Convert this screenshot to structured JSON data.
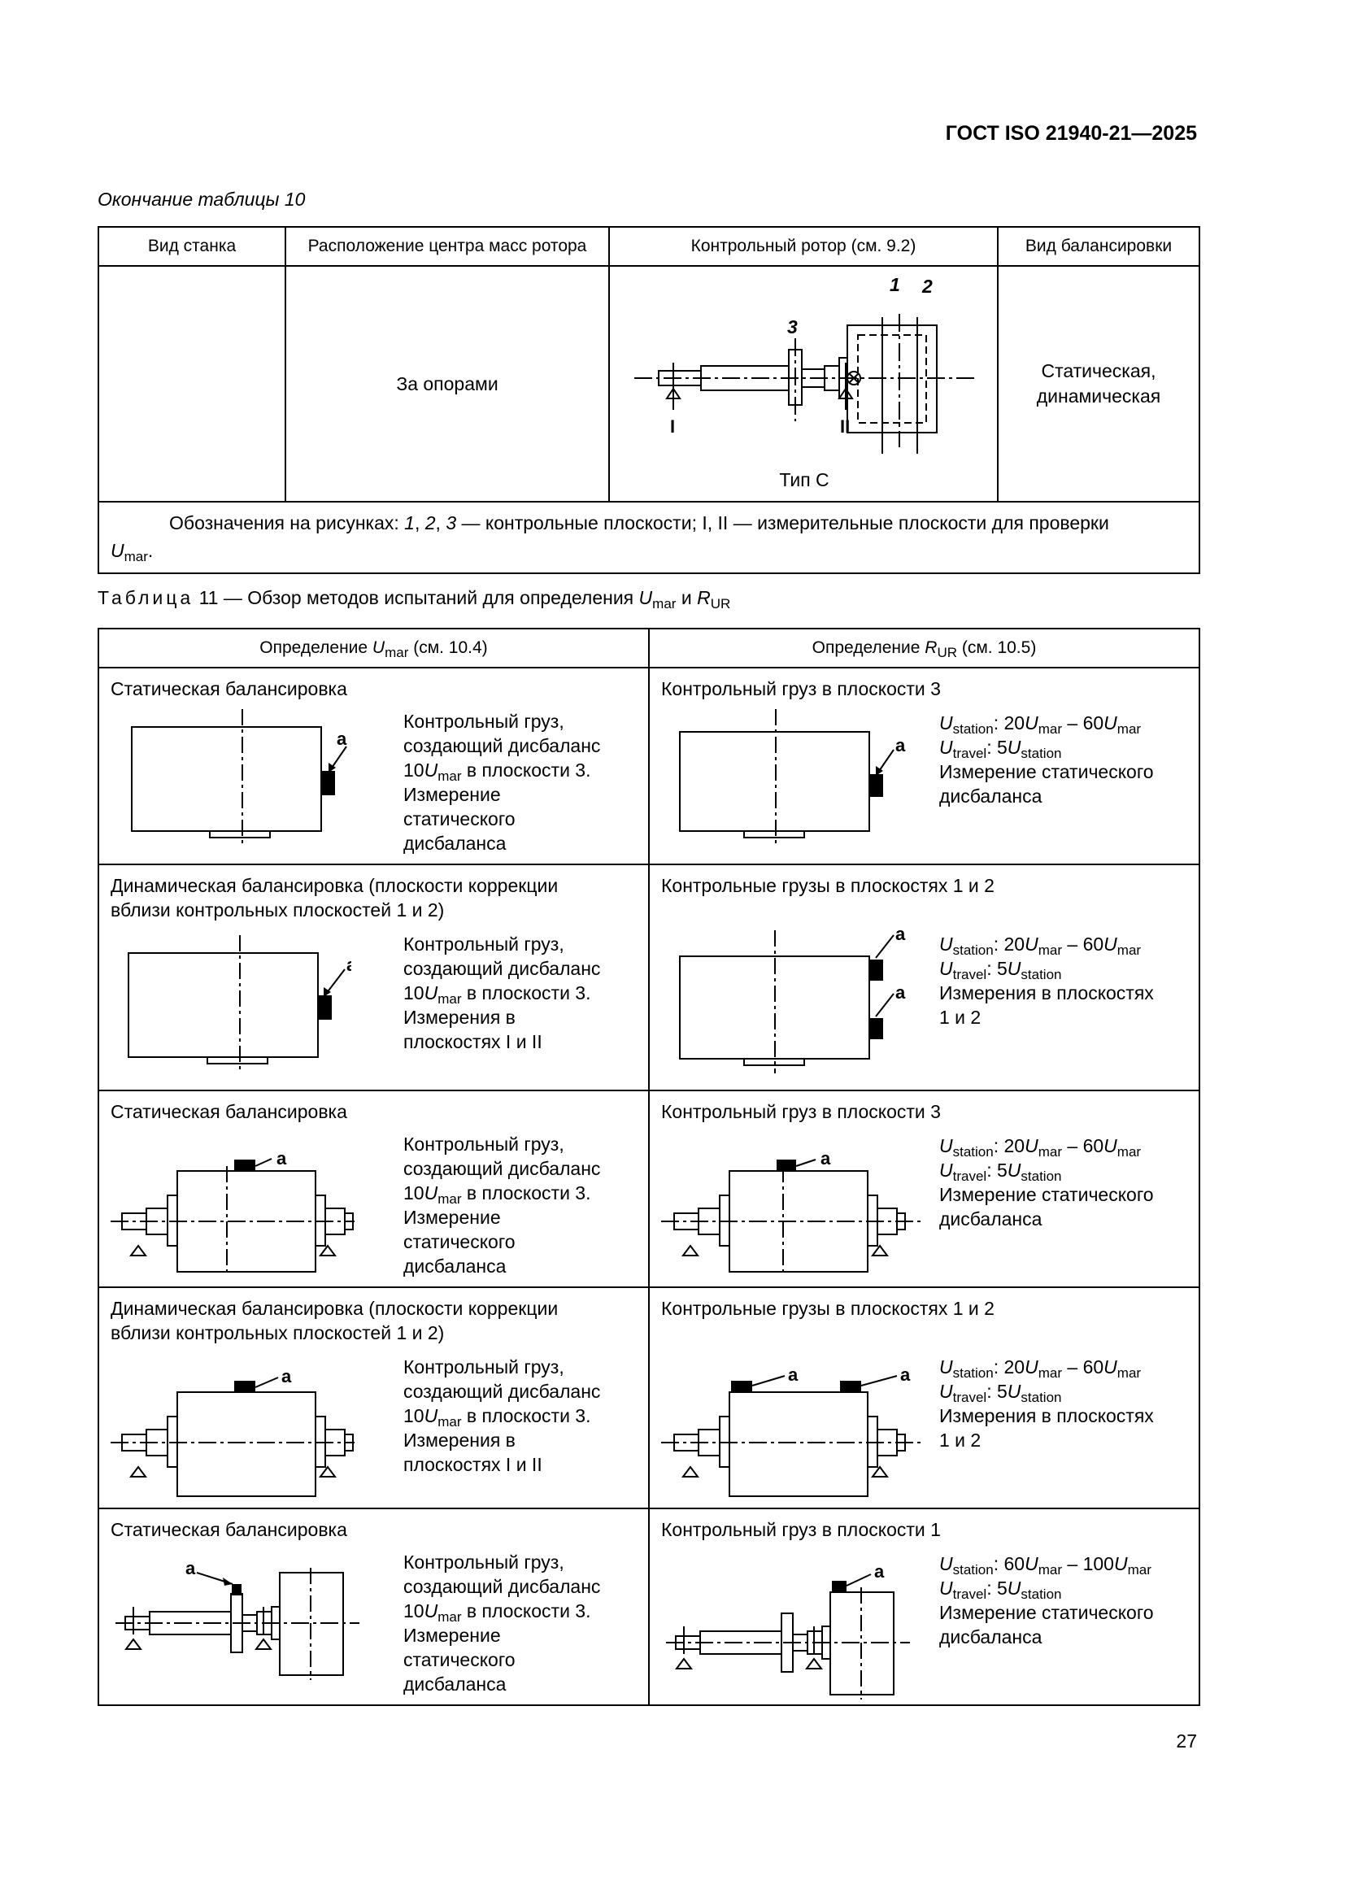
{
  "header": {
    "doc_id": "ГОСТ ISO 21940-21—2025"
  },
  "table10": {
    "continuation": "Окончание таблицы 10",
    "headers": [
      "Вид станка",
      "Расположение центра масс ротора",
      "Контрольный ротор (см. 9.2)",
      "Вид балансировки"
    ],
    "row": {
      "machine": "",
      "location": "За опорами",
      "rotor_caption": "Тип С",
      "fig_labels": {
        "l1": "1",
        "l2": "2",
        "l3": "3",
        "lI": "I",
        "lII": "II"
      },
      "balancing_line1": "Статическая,",
      "balancing_line2": "динамическая"
    },
    "note": {
      "prefix": "Обозначения на рисунках: ",
      "n1": "1",
      "sep1": ", ",
      "n2": "2",
      "sep2": ", ",
      "n3": "3",
      "mid": " — контрольные плоскости; I, II — измерительные плоскости для проверки",
      "u": "U",
      "sub": "mar",
      "end": "."
    }
  },
  "table11": {
    "caption_label": "Таблица",
    "caption_text": " 11 — Обзор методов испытаний для определения ",
    "cap_u": "U",
    "cap_u_sub": "mar",
    "cap_and": " и ",
    "cap_r": "R",
    "cap_r_sub": "UR",
    "h1_pre": "Определение ",
    "h1_u": "U",
    "h1_sub": "mar",
    "h1_post": " (см. 10.4)",
    "h2_pre": "Определение ",
    "h2_r": "R",
    "h2_sub": "UR",
    "h2_post": " (см. 10.5)",
    "label_a": "а",
    "left": {
      "static_title": "Статическая балансировка",
      "dynamic_title_1": "Динамическая балансировка (плоскости коррекции",
      "dynamic_title_2": "вблизи контрольных плоскостей 1 и 2)",
      "d_line1": "Контрольный груз,",
      "d_line2": "создающий дисбаланс",
      "d_n": "10",
      "d_u": "U",
      "d_sub": "mar",
      "d_tail": " в плоскости 3.",
      "d_meas": "Измерение",
      "d_static": "статического",
      "d_dis": "дисбаланса",
      "d_meas_in": "Измерения в",
      "d_planes": "плоскостях I и II"
    },
    "right": {
      "title_w3": "Контрольный груз в плоскости 3",
      "title_w12": "Контрольные грузы в плоскостях 1 и 2",
      "title_w1": "Контрольный груз в плоскости 1",
      "u": "U",
      "station": "station",
      "mar": "mar",
      "travel": "travel",
      "colon20": ": 20",
      "colon60": ": 60",
      "dash60": " – 60",
      "dash100": " – 100",
      "colon5": ": 5",
      "meas_static": "Измерение статического",
      "dis": "дисбаланса",
      "meas_planes": "Измерения в плоскостях",
      "planes12": "1 и 2"
    }
  },
  "page_number": "27"
}
